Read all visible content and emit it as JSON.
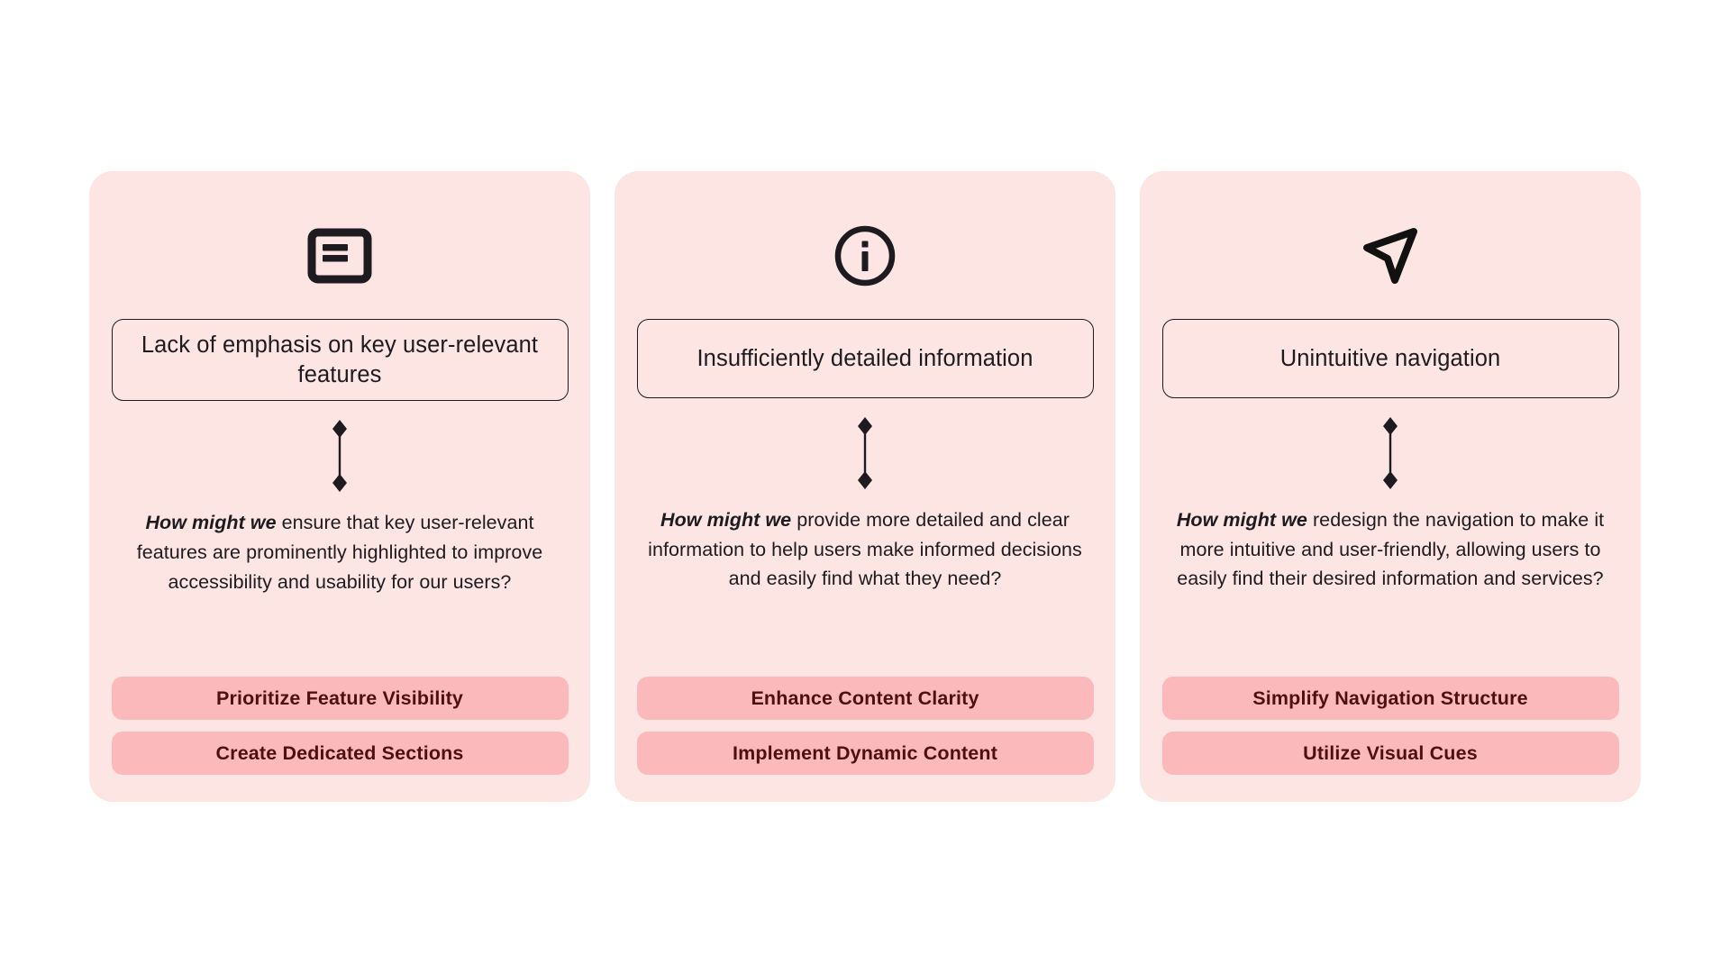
{
  "theme": {
    "page_background": "#ffffff",
    "card_background": "#fce5e3",
    "pill_background": "#fbb9bb",
    "pill_text_color": "#4e0f12",
    "text_color": "#1d1b20",
    "outline_color": "#1d1b20"
  },
  "columns": [
    {
      "icon": "article-layout-icon",
      "problem": "Lack of emphasis on key user-relevant features",
      "connector": "double-headed-diamond-arrow",
      "hmw_lead": "How might we",
      "hmw_rest": " ensure that key user-relevant features are prominently highlighted to improve accessibility and usability for our users?",
      "ideas": [
        "Prioritize Feature Visibility",
        "Create Dedicated Sections"
      ]
    },
    {
      "icon": "info-circle-icon",
      "problem": "Insufficiently detailed information",
      "connector": "double-headed-diamond-arrow",
      "hmw_lead": "How might we",
      "hmw_rest": " provide more detailed and clear information to help users make informed decisions and easily find what they need?",
      "ideas": [
        "Enhance Content Clarity",
        "Implement Dynamic Content"
      ]
    },
    {
      "icon": "navigation-arrow-icon",
      "problem": "Unintuitive navigation",
      "connector": "double-headed-diamond-arrow",
      "hmw_lead": "How might we",
      "hmw_rest": " redesign the navigation to make it more intuitive and user-friendly, allowing users to easily find their desired information and services?",
      "ideas": [
        "Simplify Navigation Structure",
        "Utilize Visual Cues"
      ]
    }
  ]
}
